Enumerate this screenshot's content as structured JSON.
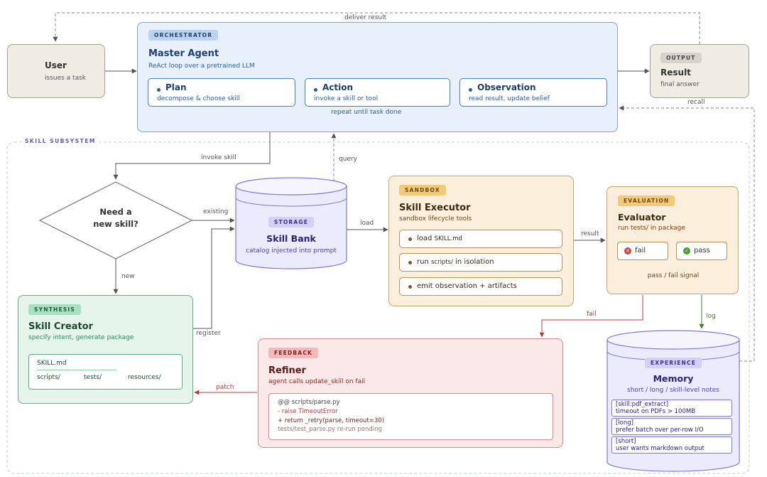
{
  "user": {
    "title": "User",
    "subtitle": "issues a task"
  },
  "orchestrator": {
    "tag": "ORCHESTRATOR",
    "title": "Master Agent",
    "subtitle": "ReAct loop over a pretrained LLM",
    "steps": [
      {
        "title": "Plan",
        "desc": "decompose & choose skill"
      },
      {
        "title": "Action",
        "desc": "invoke a skill or tool"
      },
      {
        "title": "Observation",
        "desc": "read result, update belief"
      }
    ],
    "loop_label": "repeat until task done"
  },
  "output": {
    "tag": "OUTPUT",
    "title": "Result",
    "subtitle": "final answer"
  },
  "edges": {
    "deliver_result": "deliver result",
    "recall": "recall",
    "invoke_skill": "invoke skill",
    "query": "query",
    "existing": "existing",
    "new": "new",
    "load": "load",
    "result": "result",
    "register": "register",
    "fail": "fail",
    "log": "log",
    "patch": "patch"
  },
  "subsystem_label": "SKILL SUBSYSTEM",
  "decision": {
    "line1": "Need a",
    "line2": "new skill?"
  },
  "skill_bank": {
    "tag": "STORAGE",
    "title": "Skill Bank",
    "subtitle": "catalog injected into prompt"
  },
  "sandbox": {
    "tag": "SANDBOX",
    "title": "Skill Executor",
    "subtitle": "sandbox lifecycle tools",
    "rows": [
      {
        "pre": "load ",
        "code": "SKILL.md",
        "post": ""
      },
      {
        "pre": "run ",
        "code": "scripts/",
        "post": " in isolation"
      },
      {
        "pre": "emit observation + artifacts",
        "code": "",
        "post": ""
      }
    ]
  },
  "evaluation": {
    "tag": "EVALUATION",
    "title": "Evaluator",
    "subtitle": "run tests/ in package",
    "fail_label": "fail",
    "pass_label": "pass",
    "signal": "pass / fail signal"
  },
  "synthesis": {
    "tag": "SYNTHESIS",
    "title": "Skill Creator",
    "subtitle": "specify intent, generate package",
    "package_file": "SKILL.md",
    "folders": [
      "scripts/",
      "tests/",
      "resources/"
    ]
  },
  "feedback": {
    "tag": "FEEDBACK",
    "title": "Refiner",
    "subtitle": "agent calls update_skill on fail",
    "diff": {
      "header": "@@ scripts/parse.py",
      "removed": "- raise TimeoutError",
      "added": "+ return _retry(parse, timeout=30)",
      "note": "tests/test_parse.py re-run pending"
    }
  },
  "memory": {
    "tag": "EXPERIENCE",
    "title": "Memory",
    "subtitle": "short / long / skill-level notes",
    "notes": [
      {
        "kind": "[skill:pdf_extract]",
        "text": "timeout on PDFs > 100MB"
      },
      {
        "kind": "[long]",
        "text": "prefer batch over per-row I/O"
      },
      {
        "kind": "[short]",
        "text": "user wants markdown output"
      }
    ]
  },
  "colors": {
    "blue": "#2e5d9e",
    "green": "#2f8a5a",
    "orange": "#b8925a",
    "red": "#b85050",
    "purple": "#8476d6",
    "gray": "#888888"
  }
}
